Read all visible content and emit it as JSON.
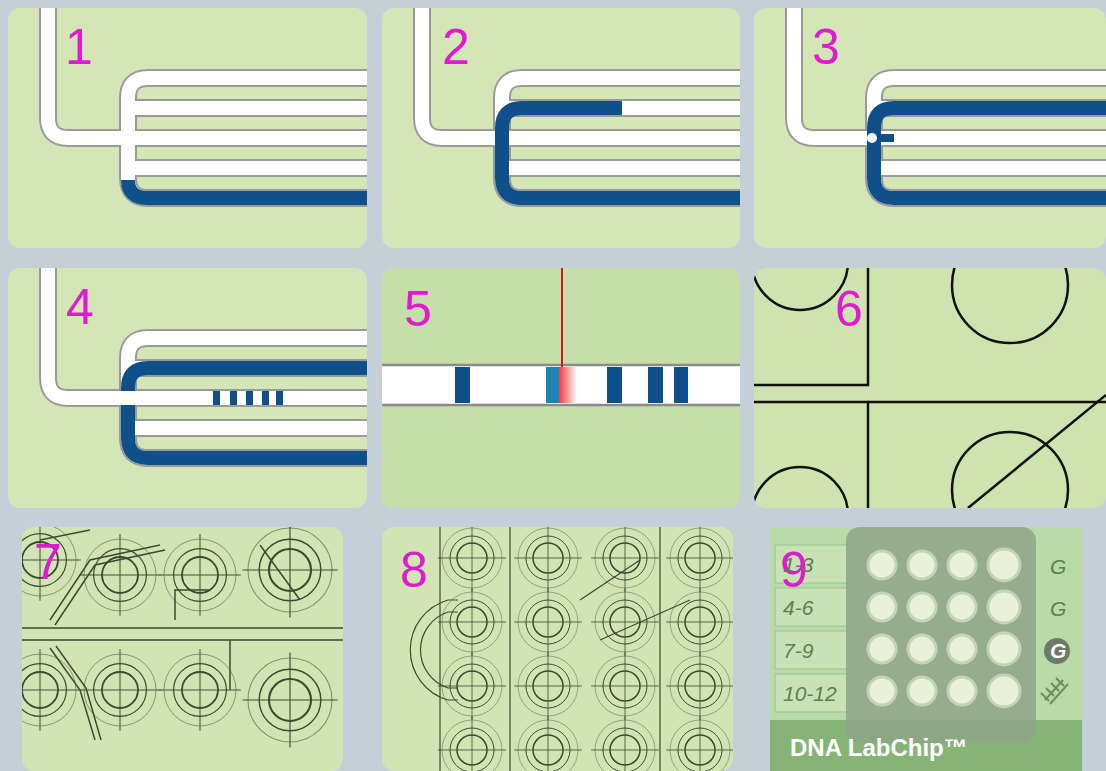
{
  "diagram": {
    "nodes": [
      {
        "text": [
          "1"
        ]
      },
      {
        "text": [
          "2"
        ]
      },
      {
        "text": [
          "3"
        ]
      },
      {
        "text": [
          "4"
        ]
      },
      {
        "text": [
          "5"
        ]
      },
      {
        "text": [
          "6"
        ]
      },
      {
        "text": [
          "7"
        ]
      },
      {
        "text": [
          "8"
        ]
      },
      {
        "text": [
          "9"
        ]
      }
    ],
    "labels": [
      "1-3",
      "4-6",
      "7-9",
      "10-12",
      "G",
      "G",
      "G",
      "DNA LabChip™"
    ]
  }
}
